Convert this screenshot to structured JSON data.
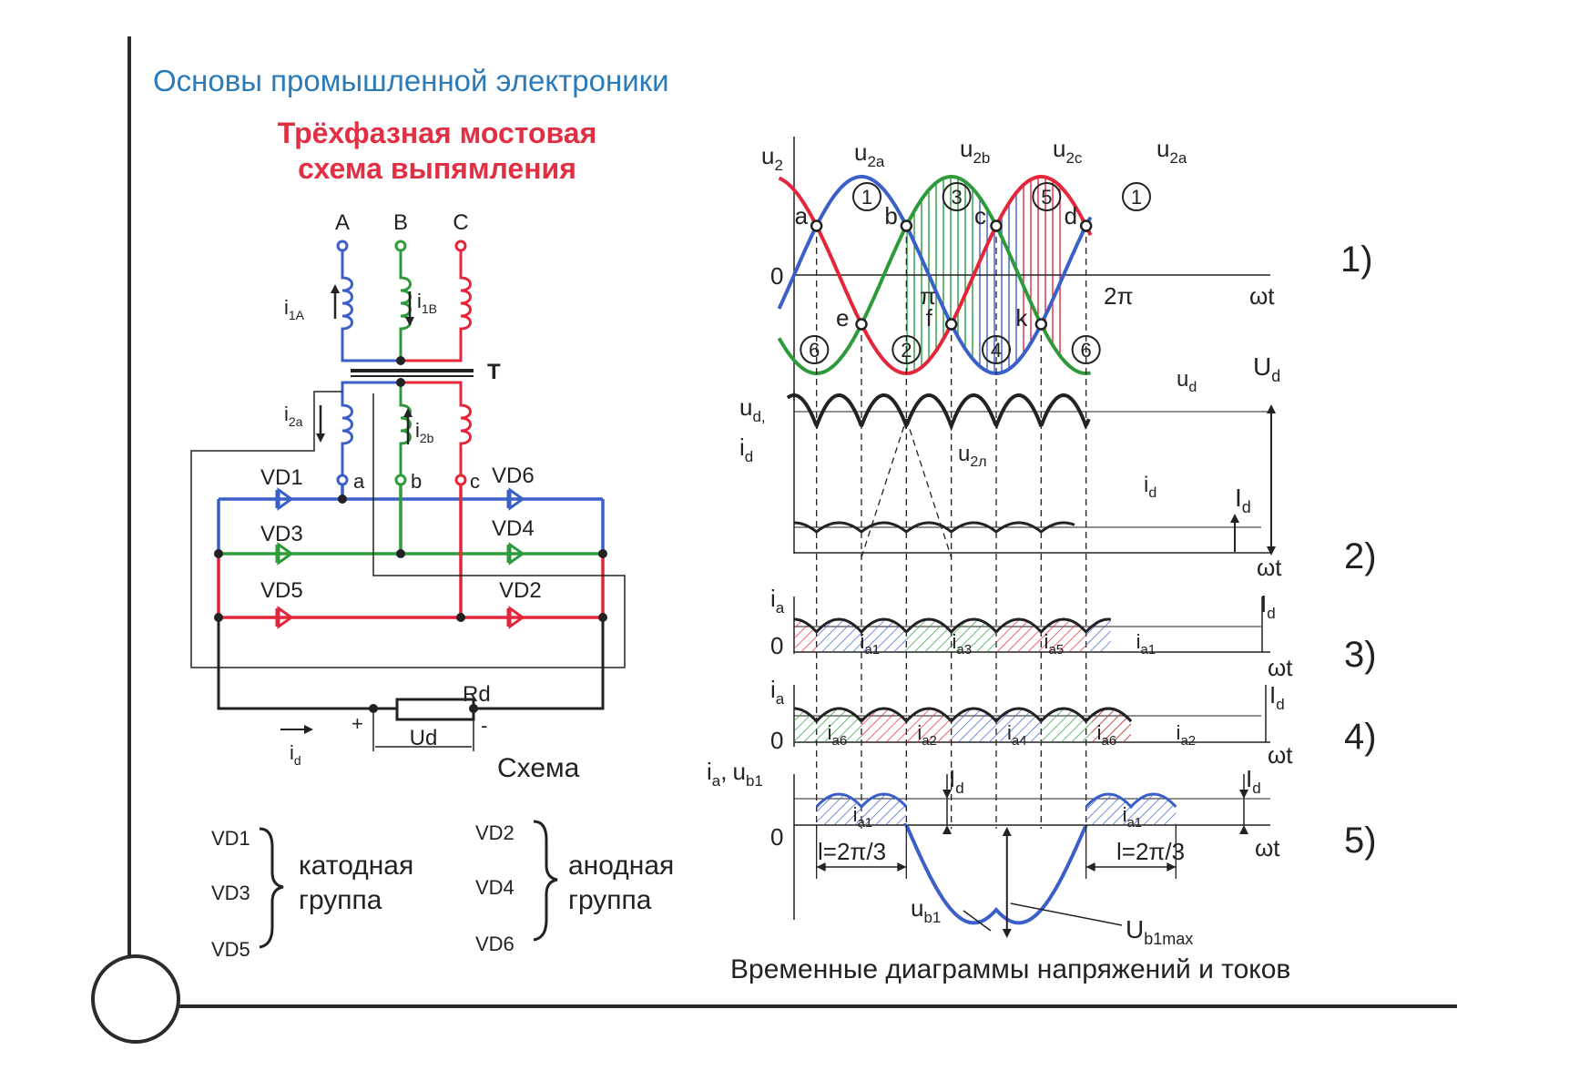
{
  "header": {
    "course": "Основы промышленной электроники"
  },
  "title": {
    "line1": "Трёхфазная мостовая",
    "line2": "схема выпямления"
  },
  "colors": {
    "phase_a": "#3a5fc8",
    "phase_b": "#2e9a3c",
    "phase_c": "#e3263a",
    "wire": "#222222",
    "header": "#2b7bb9",
    "title": "#e13044"
  },
  "schematic": {
    "phases": [
      "A",
      "B",
      "C"
    ],
    "primary_currents": {
      "a": "i",
      "a_sub": "1A",
      "b": "i",
      "b_sub": "1B"
    },
    "transformer_label": "T",
    "secondary_currents": {
      "a": "i",
      "a_sub": "2a",
      "b": "i",
      "b_sub": "2b"
    },
    "taps": [
      "a",
      "b",
      "c"
    ],
    "diodes": [
      "VD1",
      "VD3",
      "VD5",
      "VD6",
      "VD4",
      "VD2"
    ],
    "load": {
      "resistor": "Rd",
      "voltage": "Ud",
      "plus": "+",
      "minus": "-",
      "current": "i",
      "current_sub": "d"
    },
    "caption": "Схема"
  },
  "groups": {
    "cathode": {
      "items": [
        "VD1",
        "VD3",
        "VD5"
      ],
      "label_1": "катодная",
      "label_2": "группа"
    },
    "anode": {
      "items": [
        "VD2",
        "VD4",
        "VD6"
      ],
      "label_1": "анодная",
      "label_2": "группа"
    }
  },
  "timing": {
    "caption": "Временные диаграммы напряжений и токов",
    "panel_numbers": [
      "1)",
      "2)",
      "3)",
      "4)",
      "5)"
    ],
    "panel1": {
      "y_label": "u",
      "y_sub": "2",
      "curve_labels": [
        {
          "t": "u",
          "s": "2a"
        },
        {
          "t": "u",
          "s": "2b"
        },
        {
          "t": "u",
          "s": "2c"
        },
        {
          "t": "u",
          "s": "2a"
        }
      ],
      "upper_numbers": [
        "1",
        "3",
        "5",
        "1"
      ],
      "lower_numbers": [
        "6",
        "2",
        "4",
        "6"
      ],
      "upper_points": [
        "a",
        "b",
        "c",
        "d"
      ],
      "lower_points": [
        "e",
        "f",
        "k"
      ],
      "zero": "0",
      "pi": "π",
      "two_pi": "2π",
      "x_label": "ωt"
    },
    "panel2": {
      "y_label": "u",
      "y_sub": "d,",
      "y_label2": "i",
      "y_sub2": "d",
      "ud_curve": {
        "t": "u",
        "s": "d"
      },
      "u2l": {
        "t": "u",
        "s": "2л"
      },
      "id_curve": {
        "t": "i",
        "s": "d"
      },
      "Ud": {
        "t": "U",
        "s": "d"
      },
      "Id": {
        "t": "I",
        "s": "d"
      },
      "x_label": "ωt"
    },
    "panel3": {
      "y_label": "i",
      "y_sub": "a",
      "zero": "0",
      "Id": {
        "t": "I",
        "s": "d"
      },
      "pulses": [
        {
          "t": "i",
          "s": "a1"
        },
        {
          "t": "i",
          "s": "a3"
        },
        {
          "t": "i",
          "s": "a5"
        },
        {
          "t": "i",
          "s": "a1"
        }
      ],
      "x_label": "ωt"
    },
    "panel4": {
      "y_label": "i",
      "y_sub": "a",
      "zero": "0",
      "Id": {
        "t": "I",
        "s": "d"
      },
      "pulses": [
        {
          "t": "i",
          "s": "a6"
        },
        {
          "t": "i",
          "s": "a2"
        },
        {
          "t": "i",
          "s": "a4"
        },
        {
          "t": "i",
          "s": "a6"
        },
        {
          "t": "i",
          "s": "a2"
        }
      ],
      "x_label": "ωt"
    },
    "panel5": {
      "y_label": "i",
      "y_sub": "a",
      "y_label_b": "u",
      "y_sub_b": "b1",
      "sep": ",",
      "zero": "0",
      "Id": {
        "t": "I",
        "s": "d"
      },
      "pulses": [
        {
          "t": "i",
          "s": "a1"
        },
        {
          "t": "i",
          "s": "a1"
        }
      ],
      "interval": "l=2π/3",
      "ub1": {
        "t": "u",
        "s": "b1"
      },
      "Ub1max": {
        "t": "U",
        "s": "b1max"
      },
      "x_label": "ωt"
    }
  }
}
